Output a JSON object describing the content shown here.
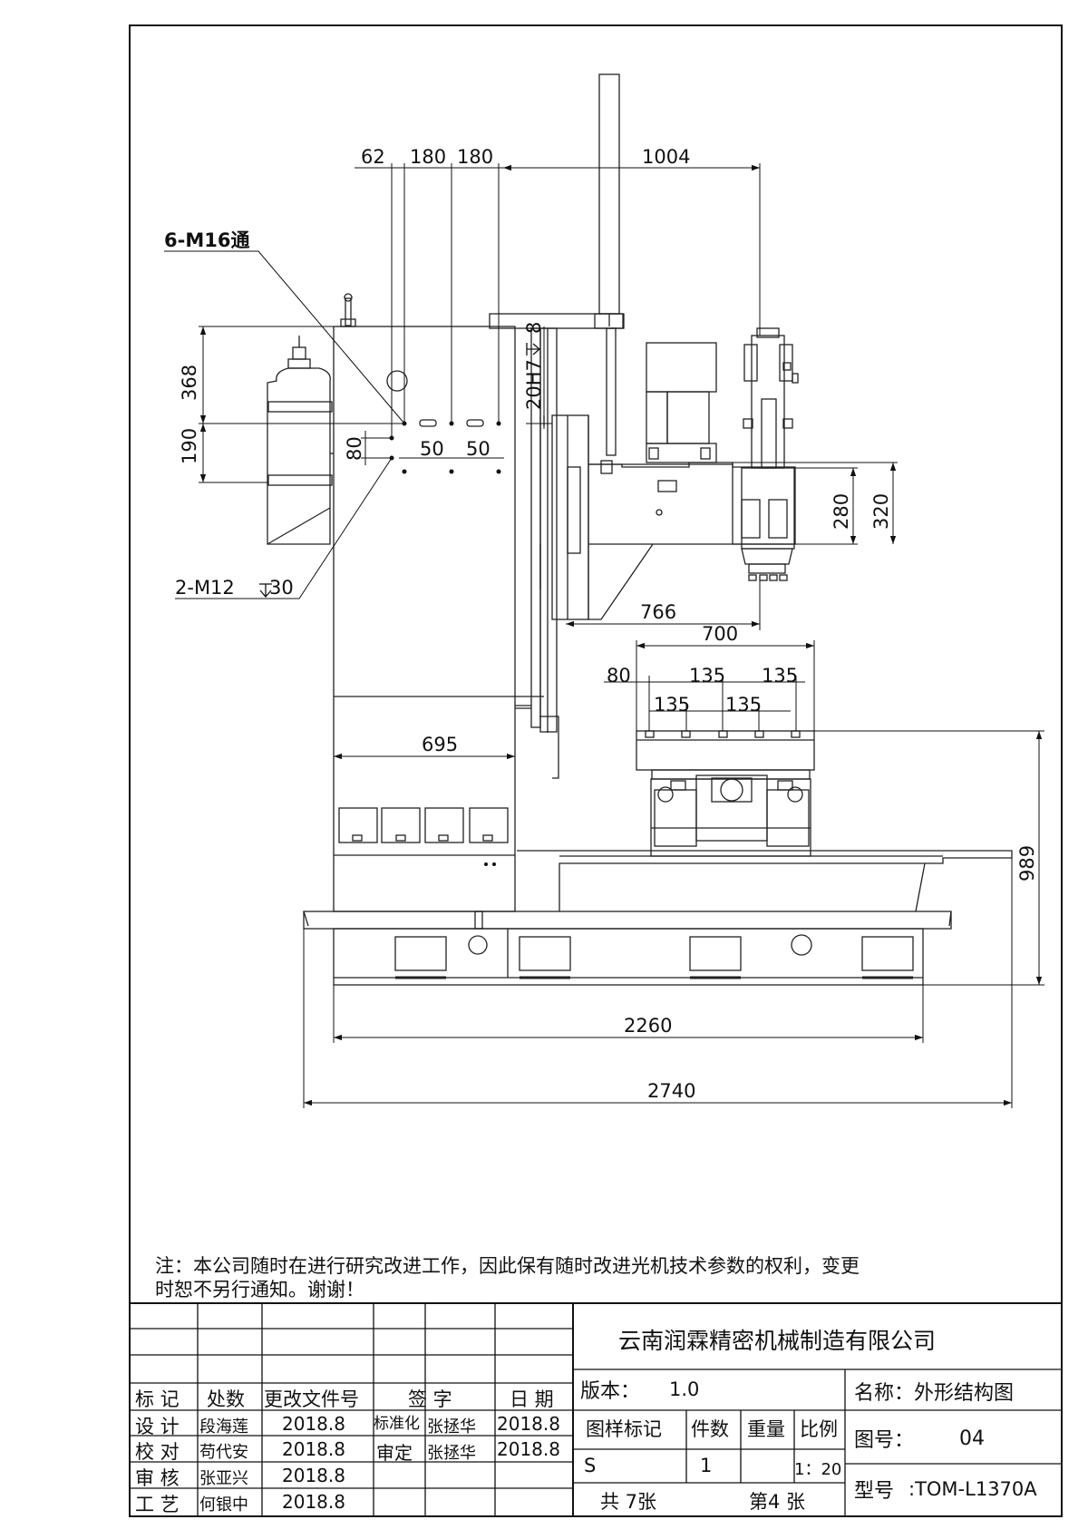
{
  "dims": {
    "d62": "62",
    "d180a": "180",
    "d180b": "180",
    "d1004": "1004",
    "m16": "6-M16通",
    "h20": "20H7",
    "d8": "8",
    "d368": "368",
    "d190": "190",
    "d80v": "80",
    "d50a": "50",
    "d50b": "50",
    "m12": "2-M12",
    "d30": "30",
    "d280": "280",
    "d320": "320",
    "d766": "766",
    "d700": "700",
    "d80h": "80",
    "d135a": "135",
    "d135b": "135",
    "d135c": "135",
    "d135d": "135",
    "d695": "695",
    "d989": "989",
    "d2260": "2260",
    "d2740": "2740"
  },
  "note": {
    "line1": "注：本公司随时在进行研究改进工作，因此保有随时改进光机技术参数的权利，变更",
    "line2": "时恕不另行通知。谢谢！"
  },
  "titleblock": {
    "company": "云南润霖精密机械制造有限公司",
    "hdr_mark": "标 记",
    "hdr_count": "处数",
    "hdr_doc": "更改文件号",
    "hdr_sign": "签 字",
    "hdr_date": "日 期",
    "design_label": "设 计",
    "design_name": "段海莲",
    "design_date": "2018.8",
    "check_label": "校 对",
    "check_name": "苟代安",
    "check_date": "2018.8",
    "review_label": "审 核",
    "review_name": "张亚兴",
    "review_date": "2018.8",
    "process_label": "工 艺",
    "process_name": "何银中",
    "process_date": "2018.8",
    "std_label": "标准化",
    "std_name": "张拯华",
    "std_date": "2018.8",
    "approve_label": "审定",
    "approve_name": "张拯华",
    "approve_date": "2018.8",
    "version_label": "版本：",
    "version_value": "1.0",
    "sample_label": "图样标记",
    "qty_label": "件数",
    "weight_label": "重量",
    "scale_label": "比例",
    "sample_value": "S",
    "qty_value": "1",
    "scale_value": "1：20",
    "total_sheets": "共 7张",
    "sheet_no": "第4 张",
    "name_label": "名称：外形结构图",
    "drawing_no_label": "图号：",
    "drawing_no_value": "04",
    "model_label": "型号",
    "model_value": ":TOM-L1370A"
  }
}
